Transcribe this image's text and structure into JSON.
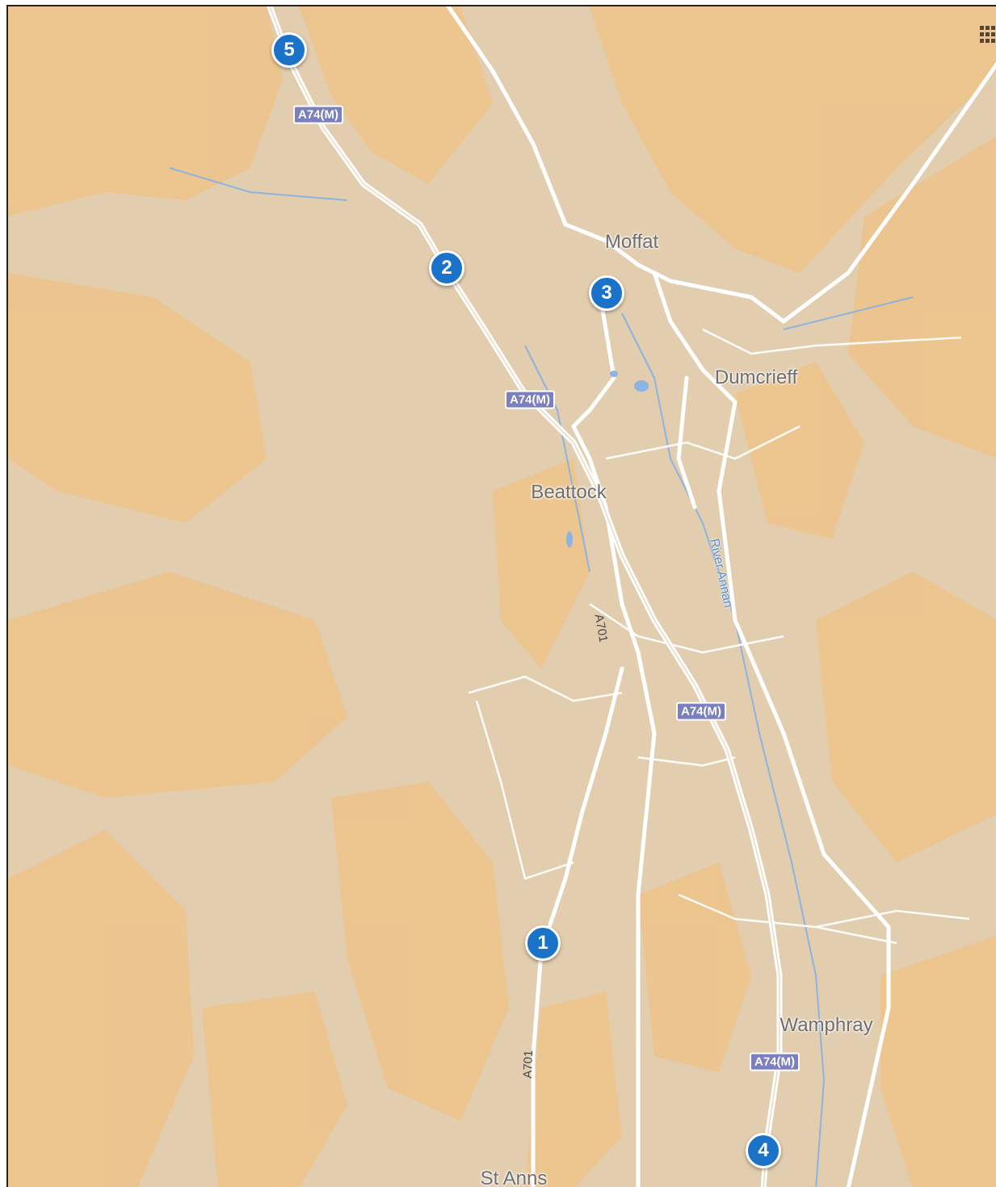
{
  "map": {
    "places": [
      {
        "id": "moffat",
        "label": "Moffat"
      },
      {
        "id": "dumcrieff",
        "label": "Dumcrieff"
      },
      {
        "id": "beattock",
        "label": "Beattock"
      },
      {
        "id": "wamphray",
        "label": "Wamphray"
      },
      {
        "id": "st-anns",
        "label": "St Anns"
      }
    ],
    "river": {
      "label": "River Annan"
    },
    "road_shields": [
      {
        "label": "A74(M)"
      },
      {
        "label": "A74(M)"
      },
      {
        "label": "A74(M)"
      },
      {
        "label": "A74(M)"
      }
    ],
    "road_numbers": [
      {
        "label": "A701"
      },
      {
        "label": "A701"
      }
    ],
    "markers": [
      {
        "label": "1"
      },
      {
        "label": "2"
      },
      {
        "label": "3"
      },
      {
        "label": "4"
      },
      {
        "label": "5"
      }
    ],
    "colors": {
      "terrain": "#e2cdaf",
      "highland": "#eec48c",
      "road": "#ffffff",
      "water": "#8cb4e0",
      "marker": "#1a73c9",
      "shield": "#7b7fbd"
    },
    "icons": {
      "corner": "grid-icon"
    }
  }
}
